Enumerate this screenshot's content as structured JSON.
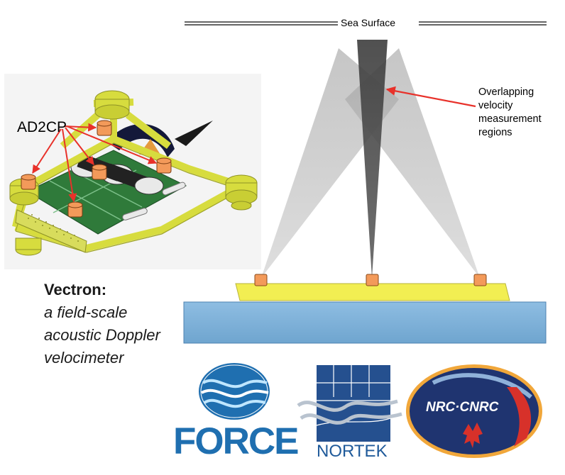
{
  "diagram": {
    "sea_surface_label": "Sea Surface",
    "overlap_label_lines": [
      "Overlapping",
      "velocity",
      "measurement",
      "regions"
    ],
    "ad2cp_label": "AD2CP",
    "caption_title": "Vectron:",
    "caption_lines": [
      "a field-scale",
      "acoustic Doppler",
      "velocimeter"
    ]
  },
  "logos": {
    "force": "FORCE",
    "nortek": "NORTEK",
    "nrc": "NRC·CNRC"
  },
  "colors": {
    "platform_yellow": "#f2ee52",
    "seabed_blue": "#7fb2d9",
    "transducer_orange": "#f39a5a",
    "arrow_red": "#e8312a",
    "beam_gray": "#bdbdbd",
    "beam_dark": "#7a7a7a",
    "frame_yellow": "#e2e84a",
    "force_blue": "#1f6fb0",
    "nortek_blue": "#25508f",
    "nrc_navy": "#1f3470",
    "nrc_red": "#d7312a"
  }
}
